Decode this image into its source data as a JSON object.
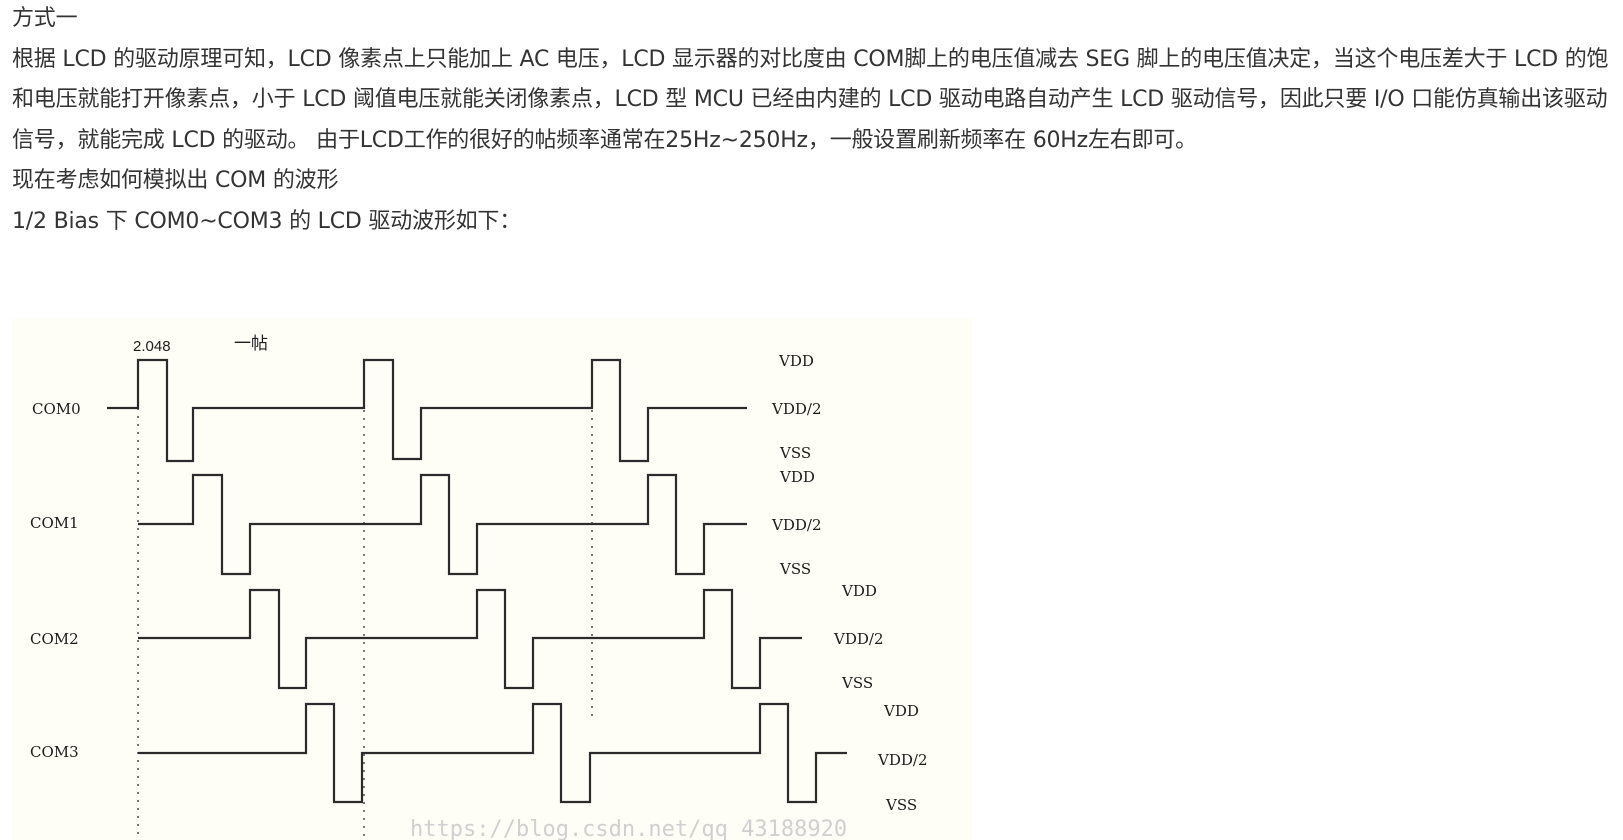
{
  "article": {
    "heading": "方式一",
    "paragraph": "根据 LCD 的驱动原理可知，LCD 像素点上只能加上 AC 电压，LCD 显示器的对比度由 COM脚上的电压值减去 SEG 脚上的电压值决定，当这个电压差大于 LCD 的饱和电压就能打开像素点，小于 LCD 阈值电压就能关闭像素点，LCD 型 MCU 已经由内建的 LCD 驱动电路自动产生 LCD 驱动信号，因此只要 I/O 口能仿真输出该驱动信号，就能完成 LCD 的驱动。 由于LCD工作的很好的帖频率通常在25Hz~250Hz，一般设置刷新频率在 60Hz左右即可。",
    "line2": "现在考虑如何模拟出 COM 的波形",
    "line3": "1/2 Bias 下 COM0~COM3 的 LCD 驱动波形如下："
  },
  "figure": {
    "time_label": "2.048",
    "frame_label": "一帖",
    "signals": [
      {
        "name": "COM0",
        "levels": [
          "VDD",
          "VDD/2",
          "VSS"
        ]
      },
      {
        "name": "COM1",
        "levels": [
          "VDD",
          "VDD/2",
          "VSS"
        ]
      },
      {
        "name": "COM2",
        "levels": [
          "VDD",
          "VDD/2",
          "VSS"
        ]
      },
      {
        "name": "COM3",
        "levels": [
          "VDD",
          "VDD/2",
          "VSS"
        ]
      }
    ],
    "watermark": "https://blog.csdn.net/qq_43188920"
  }
}
